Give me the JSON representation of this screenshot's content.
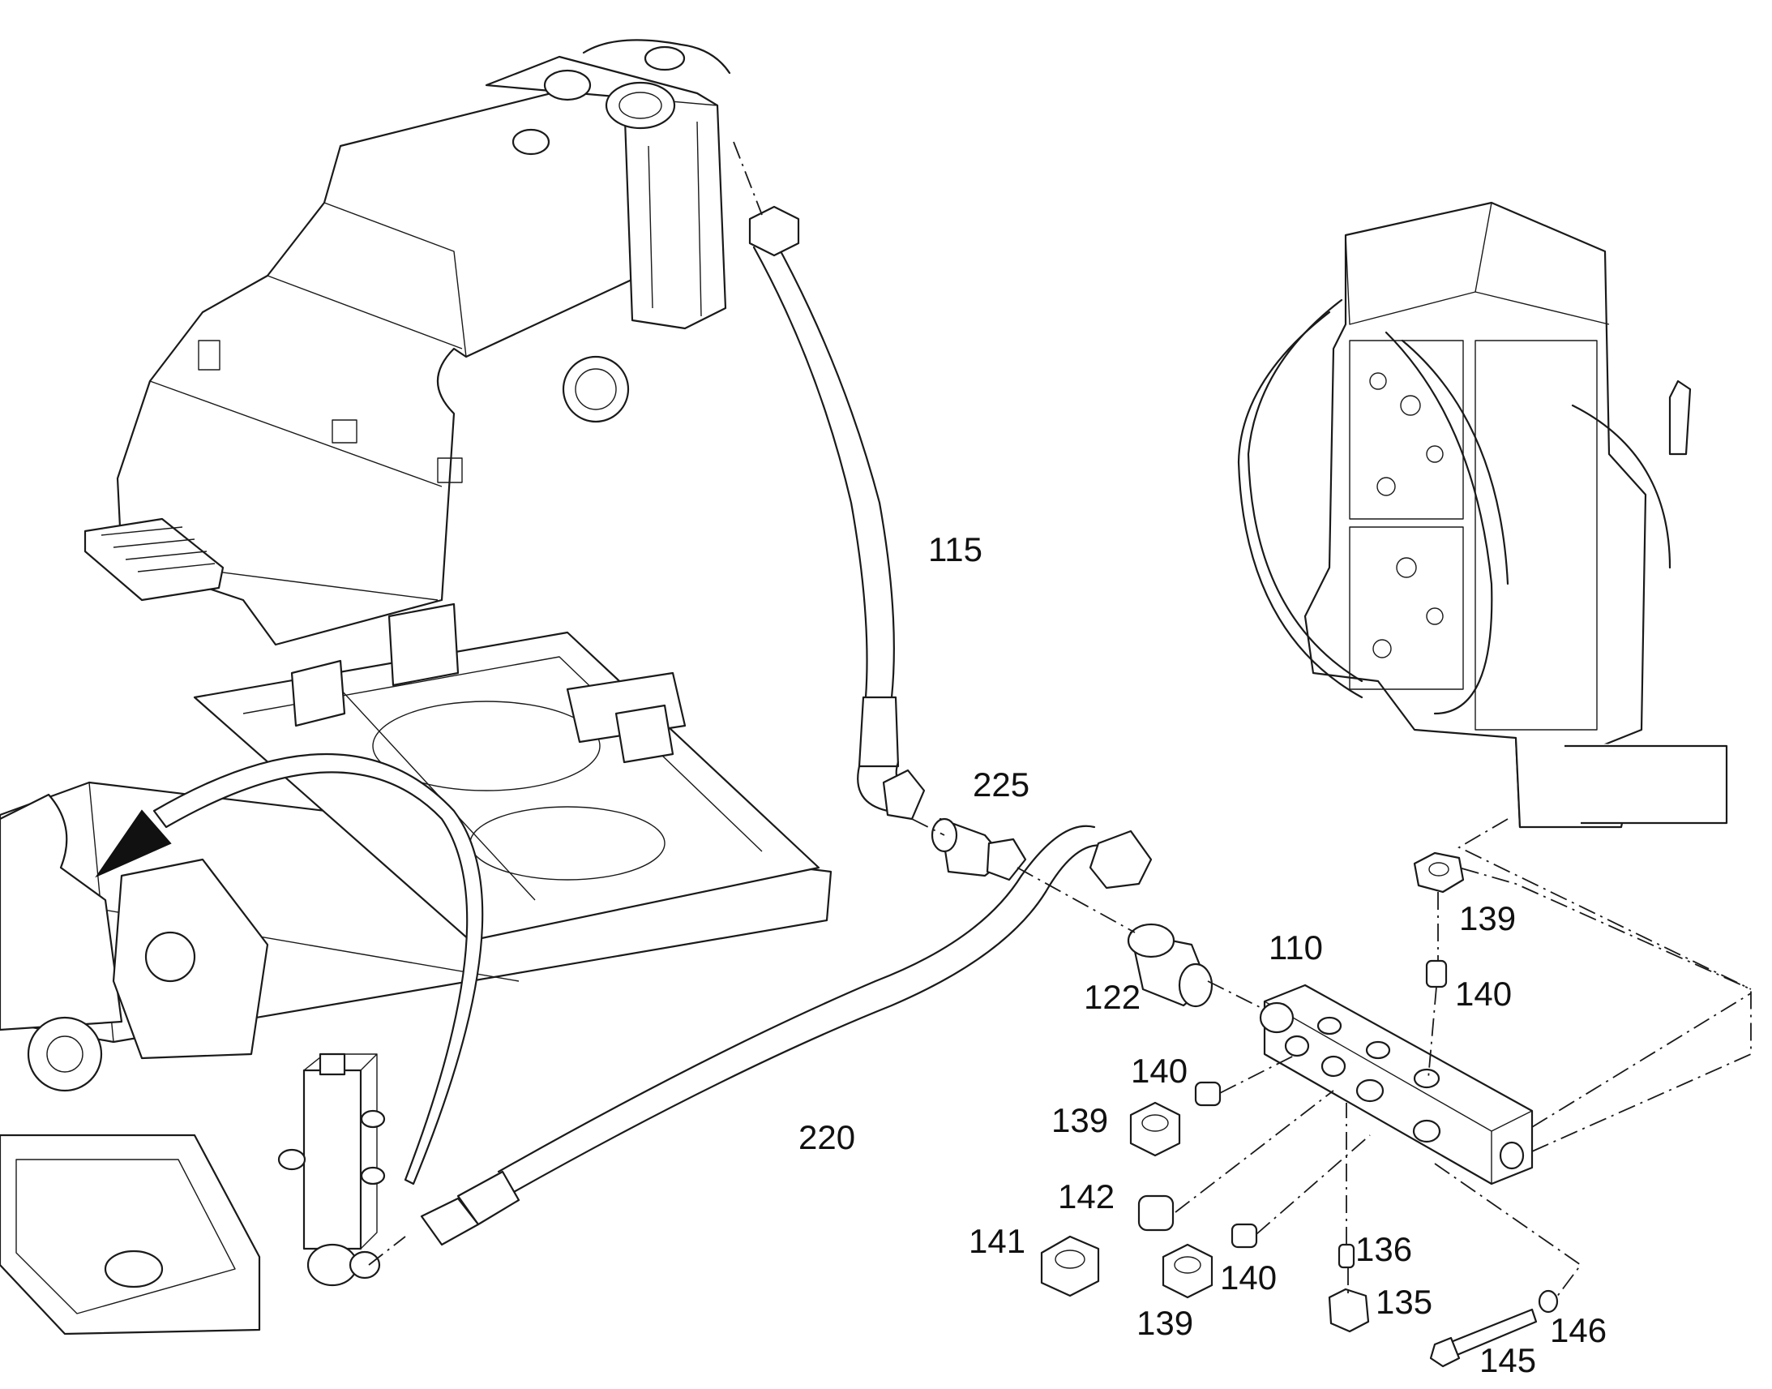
{
  "diagram": {
    "callouts": [
      {
        "id": "115",
        "text": "115"
      },
      {
        "id": "225",
        "text": "225"
      },
      {
        "id": "110",
        "text": "110"
      },
      {
        "id": "122",
        "text": "122"
      },
      {
        "id": "139a",
        "text": "139"
      },
      {
        "id": "140a",
        "text": "140"
      },
      {
        "id": "140b",
        "text": "140"
      },
      {
        "id": "139b",
        "text": "139"
      },
      {
        "id": "220",
        "text": "220"
      },
      {
        "id": "142",
        "text": "142"
      },
      {
        "id": "141",
        "text": "141"
      },
      {
        "id": "140c",
        "text": "140"
      },
      {
        "id": "136",
        "text": "136"
      },
      {
        "id": "139c",
        "text": "139"
      },
      {
        "id": "135",
        "text": "135"
      },
      {
        "id": "146",
        "text": "146"
      },
      {
        "id": "145",
        "text": "145"
      }
    ]
  }
}
